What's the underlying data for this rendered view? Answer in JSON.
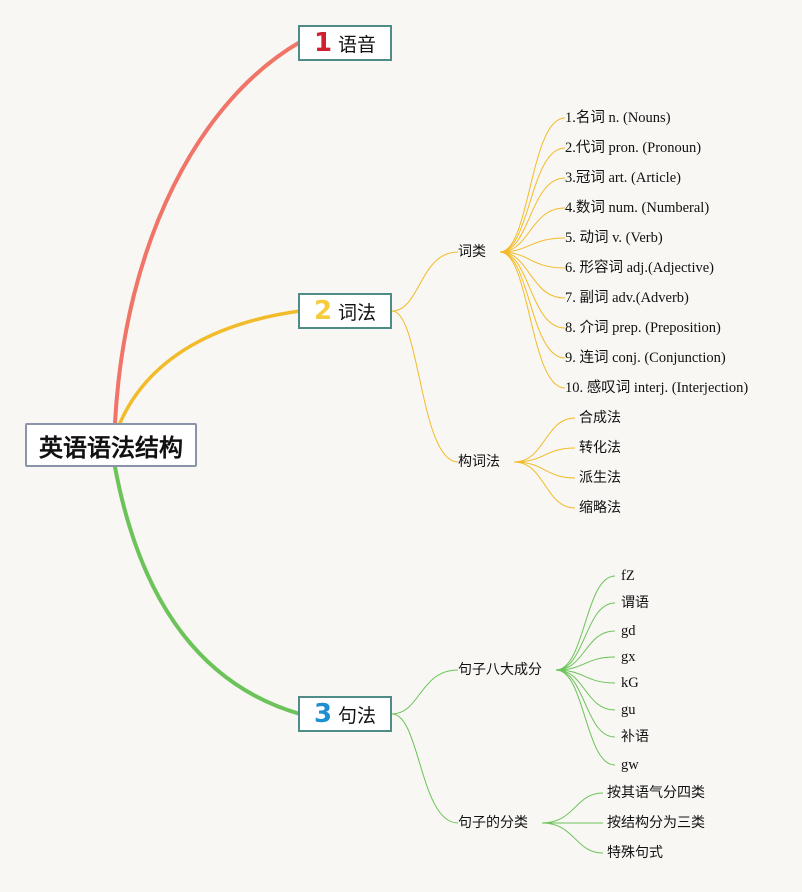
{
  "root": {
    "title": "英语语法结构"
  },
  "branches": [
    {
      "number": "1",
      "label": "语音",
      "color": "#f07468",
      "number_color": "#d0202f"
    },
    {
      "number": "2",
      "label": "词法",
      "color": "#f2bb2a",
      "number_color": "#f4cc3c"
    },
    {
      "number": "3",
      "label": "句法",
      "color": "#6cc35a",
      "number_color": "#1e8fd0"
    }
  ],
  "cifa": {
    "cilei": {
      "label": "词类",
      "items": [
        "1.名词 n. (Nouns)",
        "2.代词 pron. (Pronoun)",
        "3.冠词 art. (Article)",
        "4.数词 num. (Numberal)",
        "5. 动词 v. (Verb)",
        "6. 形容词 adj.(Adjective)",
        "7. 副词 adv.(Adverb)",
        "8. 介词 prep. (Preposition)",
        "9. 连词 conj. (Conjunction)",
        "10. 感叹词 interj. (Interjection)"
      ]
    },
    "goucifa": {
      "label": "构词法",
      "items": [
        "合成法",
        "转化法",
        "派生法",
        "缩略法"
      ]
    }
  },
  "jufa": {
    "bada": {
      "label": "句子八大成分",
      "items": [
        "fZ",
        "谓语",
        "gd",
        "gx",
        "kG",
        "gu",
        "补语",
        "gw"
      ]
    },
    "fenlei": {
      "label": "句子的分类",
      "items": [
        "按其语气分四类",
        "按结构分为三类",
        "特殊句式"
      ]
    }
  }
}
